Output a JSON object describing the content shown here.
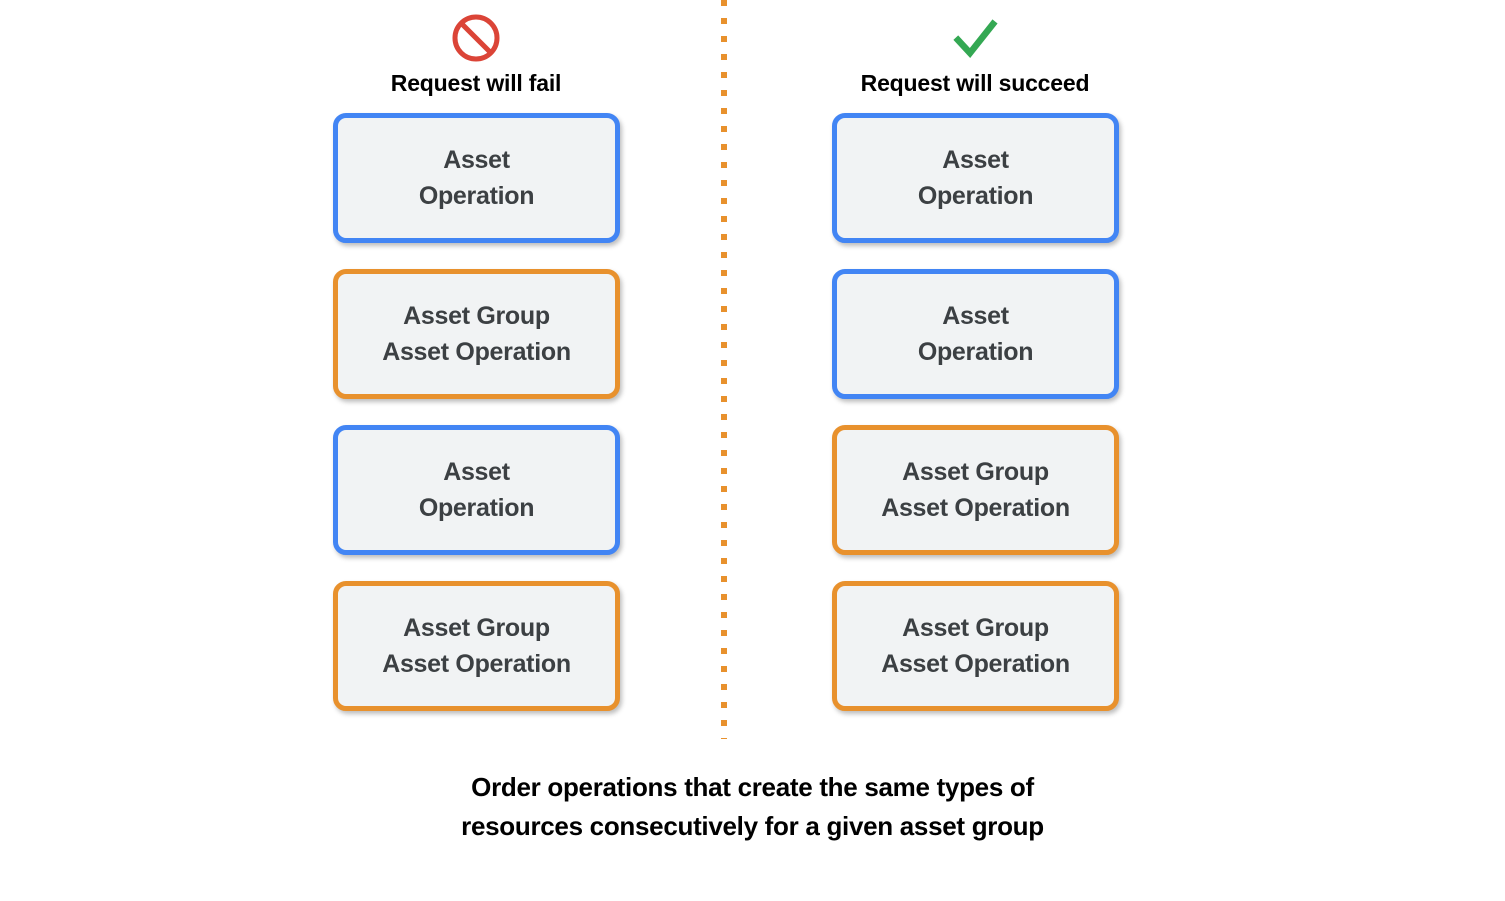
{
  "diagram": {
    "columns": [
      {
        "side": "left",
        "icon": "prohibition-icon",
        "icon_color": "#DB4437",
        "title": "Request will fail",
        "boxes": [
          {
            "label": "Asset\nOperation",
            "color": "blue",
            "border_color": "#4285F4"
          },
          {
            "label": "Asset Group\nAsset Operation",
            "color": "orange",
            "border_color": "#E8912D"
          },
          {
            "label": "Asset\nOperation",
            "color": "blue",
            "border_color": "#4285F4"
          },
          {
            "label": "Asset Group\nAsset Operation",
            "color": "orange",
            "border_color": "#E8912D"
          }
        ]
      },
      {
        "side": "right",
        "icon": "checkmark-icon",
        "icon_color": "#34A853",
        "title": "Request will succeed",
        "boxes": [
          {
            "label": "Asset\nOperation",
            "color": "blue",
            "border_color": "#4285F4"
          },
          {
            "label": "Asset\nOperation",
            "color": "blue",
            "border_color": "#4285F4"
          },
          {
            "label": "Asset Group\nAsset Operation",
            "color": "orange",
            "border_color": "#E8912D"
          },
          {
            "label": "Asset Group\nAsset Operation",
            "color": "orange",
            "border_color": "#E8912D"
          }
        ]
      }
    ],
    "divider_color": "#E8912D",
    "box_fill": "#F1F3F4",
    "box_text_color": "#3C4043",
    "caption": {
      "line1": "Order operations that create the same types of",
      "line2": "resources consecutively for a given asset group"
    }
  }
}
